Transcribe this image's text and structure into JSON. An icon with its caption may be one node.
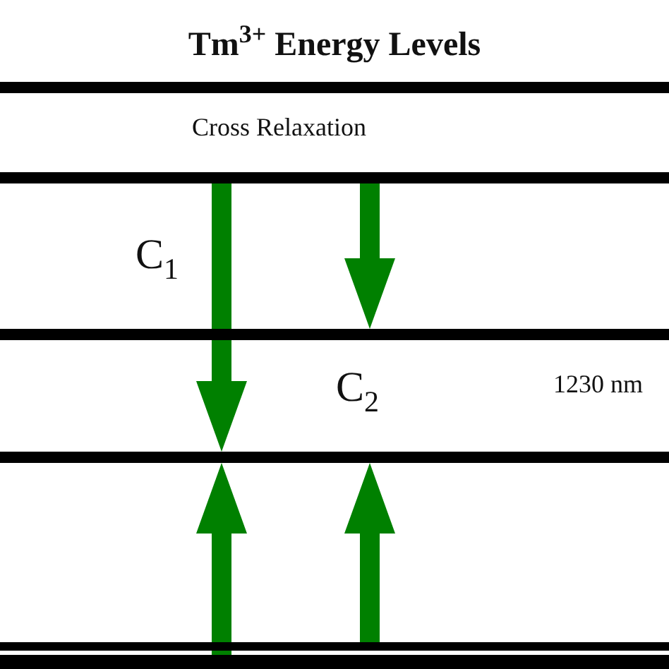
{
  "diagram": {
    "title": "Tm$^{3+}$ Energy Levels",
    "nodes": [
      {
        "text": [],
        "shape": "bar"
      },
      {
        "text": [],
        "shape": "bar"
      },
      {
        "text": [],
        "shape": "bar"
      },
      {
        "text": [],
        "shape": "bar"
      },
      {
        "text": [],
        "shape": "bar"
      },
      {
        "text": [],
        "shape": "bar"
      }
    ],
    "edges": [
      {
        "from": 1,
        "to": 3,
        "arrow": "to",
        "color": "#008000"
      },
      {
        "from": 1,
        "to": 2,
        "arrow": "to",
        "color": "#008000"
      },
      {
        "from": 5,
        "to": 3,
        "arrow": "to",
        "color": "#008000"
      },
      {
        "from": 4,
        "to": 3,
        "arrow": "to",
        "color": "#008000"
      }
    ],
    "labels": [
      "Cross Relaxation",
      "C$_{1}$",
      "C$_{2}$",
      "1230 nm"
    ]
  }
}
